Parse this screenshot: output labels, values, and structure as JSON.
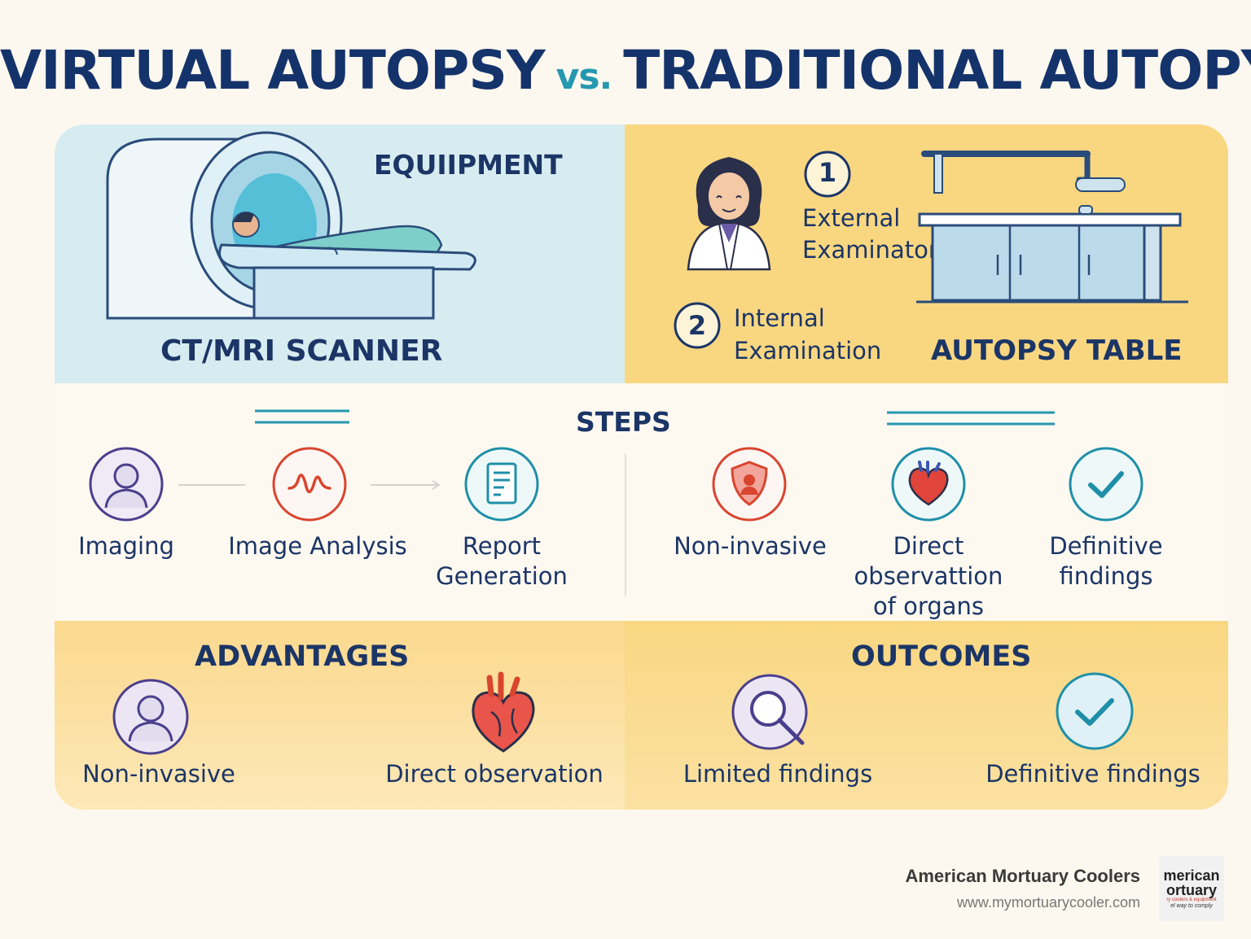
{
  "title": {
    "left": "VIRTUAL AUTOPSY",
    "vs": "vs.",
    "right": "TRADITIONAL AUTOPY"
  },
  "equipment": {
    "heading": "EQUIIPMENT",
    "scanner_label": "CT/MRI SCANNER",
    "table_label": "AUTOPSY TABLE",
    "exam_steps": [
      {
        "number": "1",
        "line1": "External",
        "line2": "Examinaton"
      },
      {
        "number": "2",
        "line1": "Internal",
        "line2": "Examination"
      }
    ]
  },
  "steps": {
    "heading": "STEPS",
    "virtual": [
      {
        "lines": [
          "Imaging"
        ],
        "icon": "person-icon"
      },
      {
        "lines": [
          "Image Analysis"
        ],
        "icon": "waveform-icon"
      },
      {
        "lines": [
          "Report",
          "Generation"
        ],
        "icon": "report-icon"
      }
    ],
    "traditional": [
      {
        "lines": [
          "Non-invasive"
        ],
        "icon": "shield-person-icon"
      },
      {
        "lines": [
          "Direct",
          "observattion",
          "of organs"
        ],
        "icon": "heart-icon"
      },
      {
        "lines": [
          "Definitive",
          "findings"
        ],
        "icon": "check-icon"
      }
    ]
  },
  "advantages": {
    "heading": "ADVANTAGES",
    "items": [
      {
        "label": "Non-invasive",
        "icon": "person-icon"
      },
      {
        "label": "Direct observation",
        "icon": "heart-icon"
      }
    ]
  },
  "outcomes": {
    "heading": "OUTCOMES",
    "items": [
      {
        "label": "Limited findings",
        "icon": "magnifier-icon"
      },
      {
        "label": "Definitive findings",
        "icon": "check-icon"
      }
    ]
  },
  "footer": {
    "brand": "American Mortuary Coolers",
    "url": "www.mymortuarycooler.com",
    "logo_line1": "merican",
    "logo_line2": "ortuary",
    "logo_line3": "ry coolers & equipment",
    "logo_line4": "el way to comply"
  },
  "colors": {
    "navy": "#15336b",
    "teal": "#2598b0",
    "light_blue_panel": "#d7ecf0",
    "yellow_panel": "#f9d781",
    "purple_icon": "#4a3f8c",
    "red_icon": "#d9452f",
    "teal_icon": "#1f8fa8"
  }
}
